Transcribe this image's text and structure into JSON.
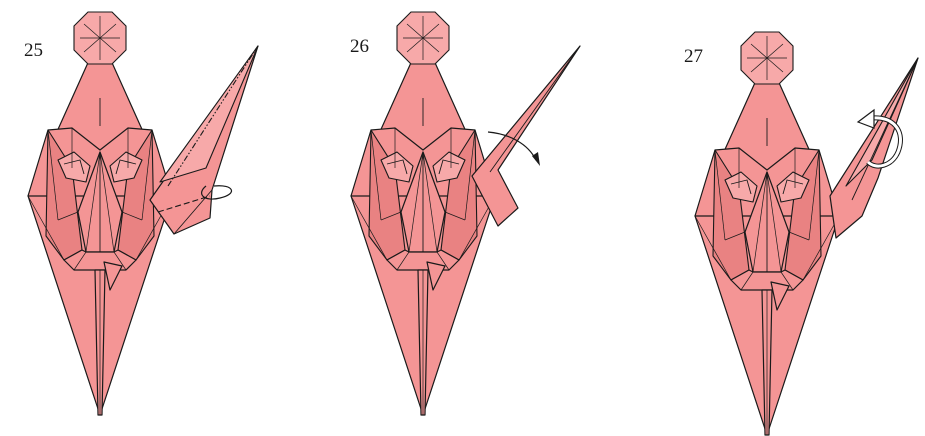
{
  "figures": [
    {
      "step_label": "25"
    },
    {
      "step_label": "26"
    },
    {
      "step_label": "27"
    }
  ],
  "colors": {
    "paper": "#f49595",
    "line": "#1a1a1a",
    "background": "#ffffff"
  }
}
